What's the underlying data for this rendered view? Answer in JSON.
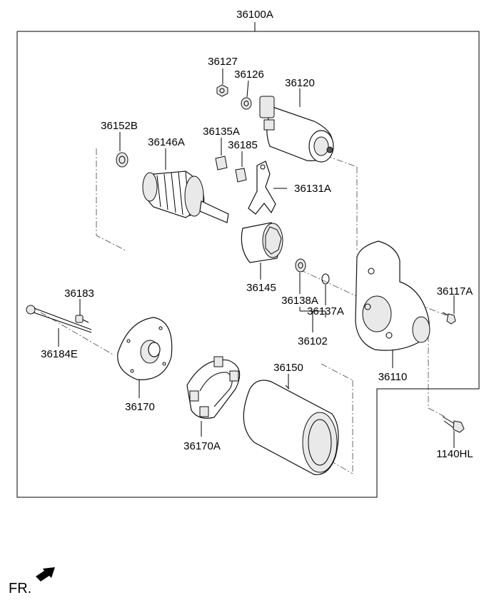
{
  "labels": {
    "assembly": "36100A",
    "p36127": "36127",
    "p36126": "36126",
    "p36120": "36120",
    "p36152B": "36152B",
    "p36146A": "36146A",
    "p36135A": "36135A",
    "p36185": "36185",
    "p36131A": "36131A",
    "p36145": "36145",
    "p36138A": "36138A",
    "p36137A": "36137A",
    "p36102": "36102",
    "p36117A": "36117A",
    "p36110": "36110",
    "p36183": "36183",
    "p36184E": "36184E",
    "p36170": "36170",
    "p36150": "36150",
    "p36170A": "36170A",
    "p1140HL": "1140HL"
  },
  "front_indicator": "FR."
}
